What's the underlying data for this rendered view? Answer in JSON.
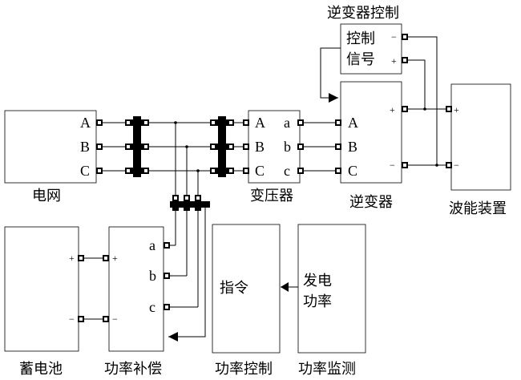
{
  "blocks": {
    "grid": {
      "caption": "电网",
      "ports": [
        "A",
        "B",
        "C"
      ]
    },
    "transformer": {
      "caption": "变压器",
      "ports_in": [
        "A",
        "B",
        "C"
      ],
      "ports_out": [
        "a",
        "b",
        "c"
      ]
    },
    "inverter": {
      "caption": "逆变器",
      "ports": [
        "A",
        "B",
        "C"
      ],
      "plus": "+",
      "minus": "−"
    },
    "inverter_control": {
      "caption": "逆变器控制",
      "line1": "控制",
      "line2": "信号",
      "minus": "−",
      "plus": "+"
    },
    "wave_device": {
      "caption": "波能装置",
      "plus": "+",
      "minus": "−"
    },
    "battery": {
      "caption": "蓄电池",
      "plus": "+",
      "minus": "−"
    },
    "compensation": {
      "caption": "功率补偿",
      "plus": "+",
      "minus": "−",
      "ports": [
        "a",
        "b",
        "c"
      ]
    },
    "power_control": {
      "caption": "功率控制",
      "label": "指令"
    },
    "power_monitor": {
      "caption": "功率监测",
      "line1": "发电",
      "line2": "功率"
    }
  }
}
